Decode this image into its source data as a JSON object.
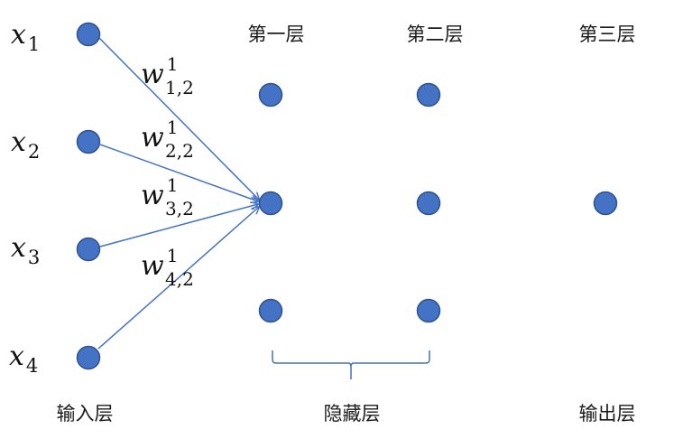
{
  "inputs": [
    {
      "base": "x",
      "sub": "1"
    },
    {
      "base": "x",
      "sub": "2"
    },
    {
      "base": "x",
      "sub": "3"
    },
    {
      "base": "x",
      "sub": "4"
    }
  ],
  "weights": [
    {
      "base": "w",
      "sup": "1",
      "sub": "1,2"
    },
    {
      "base": "w",
      "sup": "1",
      "sub": "2,2"
    },
    {
      "base": "w",
      "sup": "1",
      "sub": "3,2"
    },
    {
      "base": "w",
      "sup": "1",
      "sub": "4,2"
    }
  ],
  "layer_titles": [
    "第一层",
    "第二层",
    "第三层"
  ],
  "group_labels": {
    "input": "输入层",
    "hidden": "隐藏层",
    "output": "输出层"
  },
  "colors": {
    "node_fill": "#4472C4",
    "node_stroke": "#2F528F",
    "edge": "#4472C4"
  }
}
